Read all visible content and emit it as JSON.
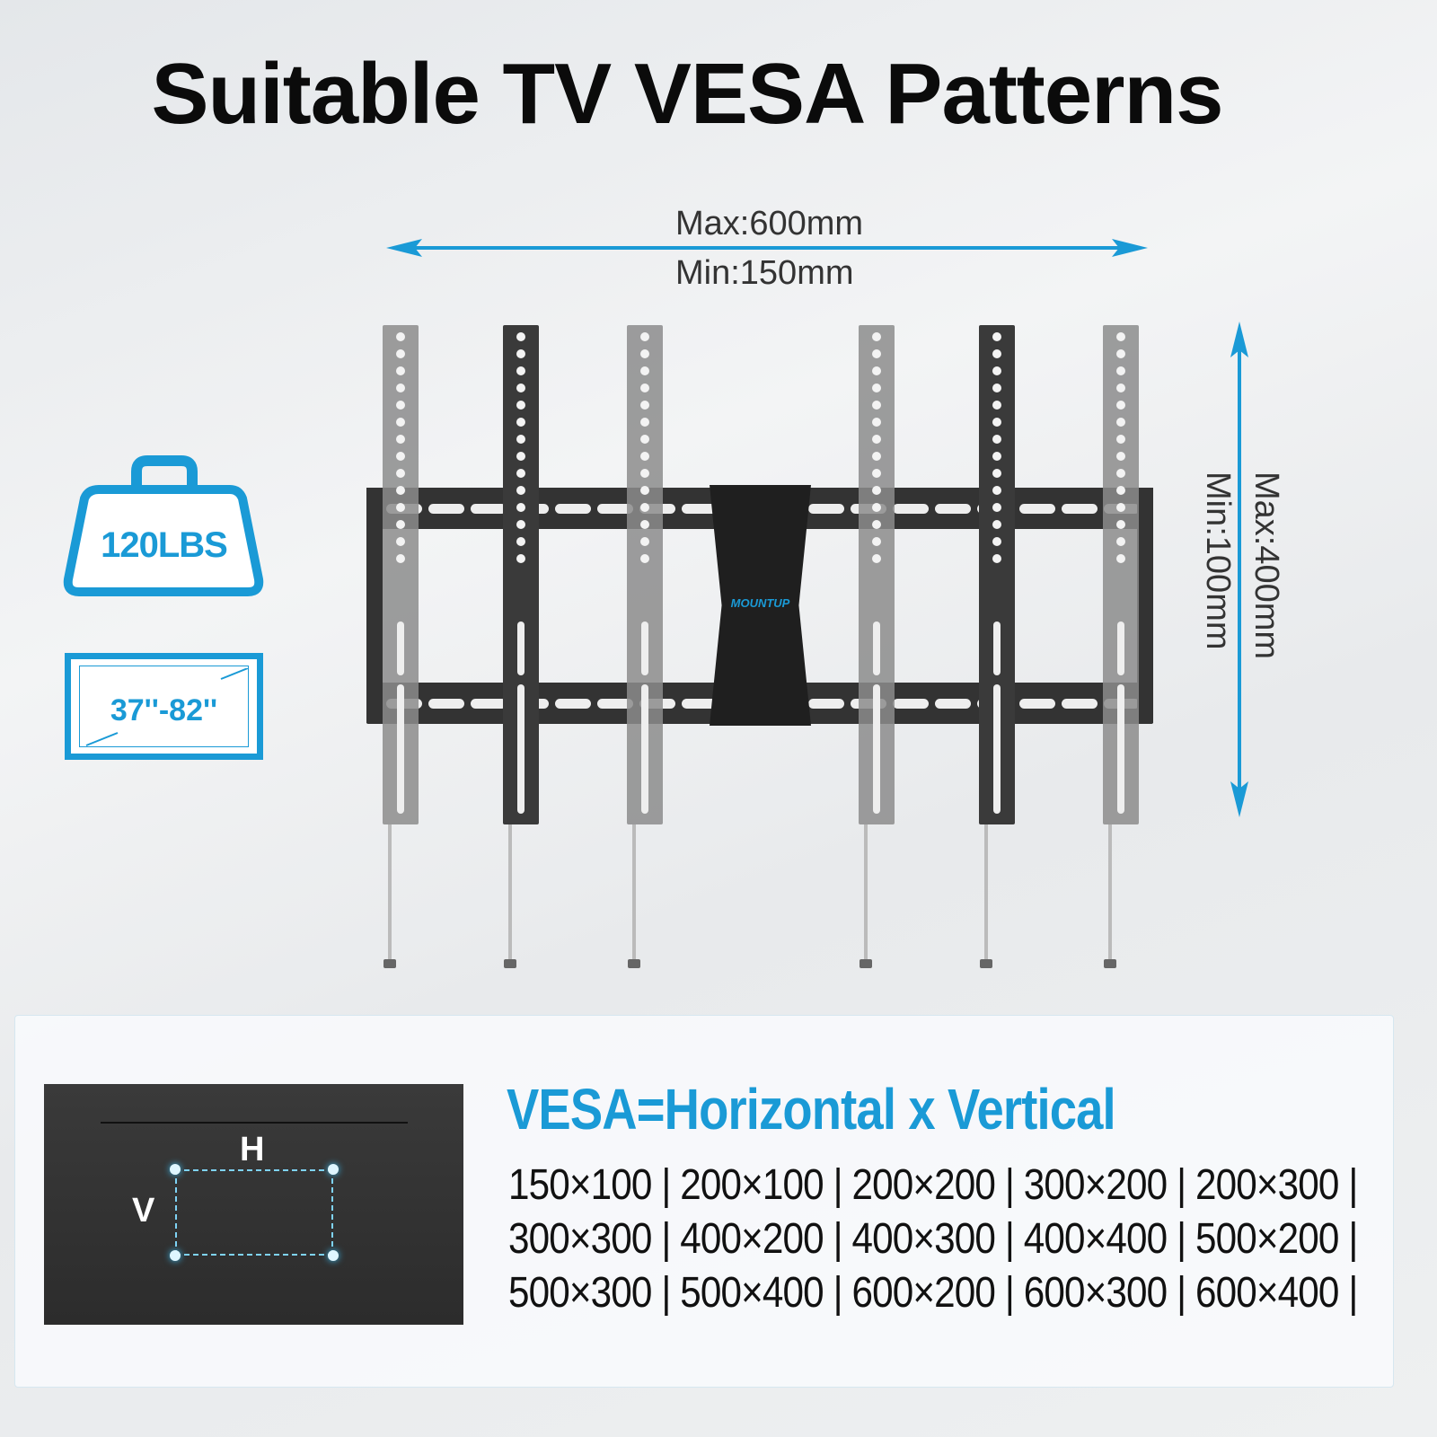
{
  "title": "Suitable TV VESA Patterns",
  "dimensions": {
    "h_max": "Max:600mm",
    "h_min": "Min:150mm",
    "v_max": "Max:400mm",
    "v_min": "Min:100mm"
  },
  "badges": {
    "weight": "120LBS",
    "screen_size": "37''-82''"
  },
  "brand_logo": "MOUNTUP",
  "accent_color": "#1a9ad6",
  "diagram": {
    "h_label": "H",
    "v_label": "V"
  },
  "vesa_heading": "VESA=Horizontal x Vertical",
  "vesa_rows": [
    [
      "150×100",
      "200×100",
      "200×200",
      "300×200",
      "200×300"
    ],
    [
      "300×300",
      "400×200",
      "400×300",
      "400×400",
      "500×200"
    ],
    [
      "500×300",
      "500×400",
      "600×200",
      "600×300",
      "600×400"
    ]
  ]
}
